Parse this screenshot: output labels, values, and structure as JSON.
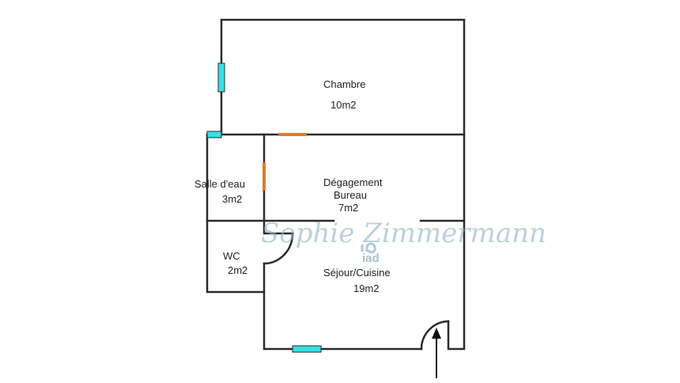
{
  "rooms": [
    {
      "name": "Chambre",
      "area": "10m2"
    },
    {
      "name": "Salle d'eau",
      "area": "3m2"
    },
    {
      "name": "Dégagement",
      "sub": "Bureau",
      "area": "7m2"
    },
    {
      "name": "WC",
      "area": "2m2"
    },
    {
      "name": "Séjour/Cuisine",
      "area": "19m2"
    }
  ],
  "watermark": {
    "agent": "Sophie Zimmermann",
    "brand": "iad"
  },
  "colors": {
    "window": "#33e0e6",
    "door": "#e07b2e",
    "wall": "#2b2b2b"
  }
}
